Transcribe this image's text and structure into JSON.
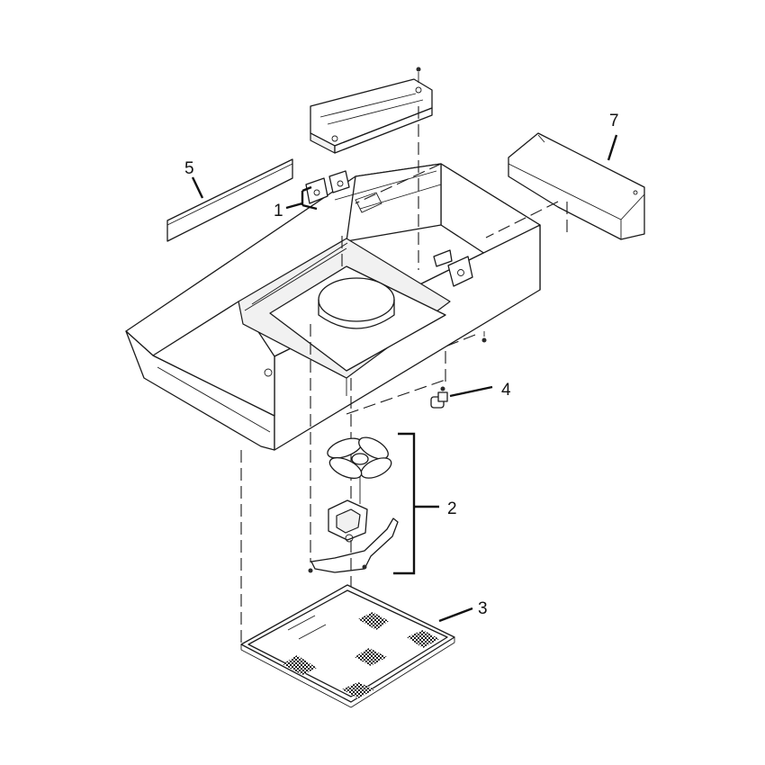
{
  "callouts": [
    {
      "id": "1",
      "label": "1"
    },
    {
      "id": "2",
      "label": "2"
    },
    {
      "id": "3",
      "label": "3"
    },
    {
      "id": "4",
      "label": "4"
    },
    {
      "id": "5",
      "label": "5"
    },
    {
      "id": "7",
      "label": "7"
    }
  ],
  "colors": {
    "line": "#1a1a1a",
    "background": "#ffffff"
  }
}
